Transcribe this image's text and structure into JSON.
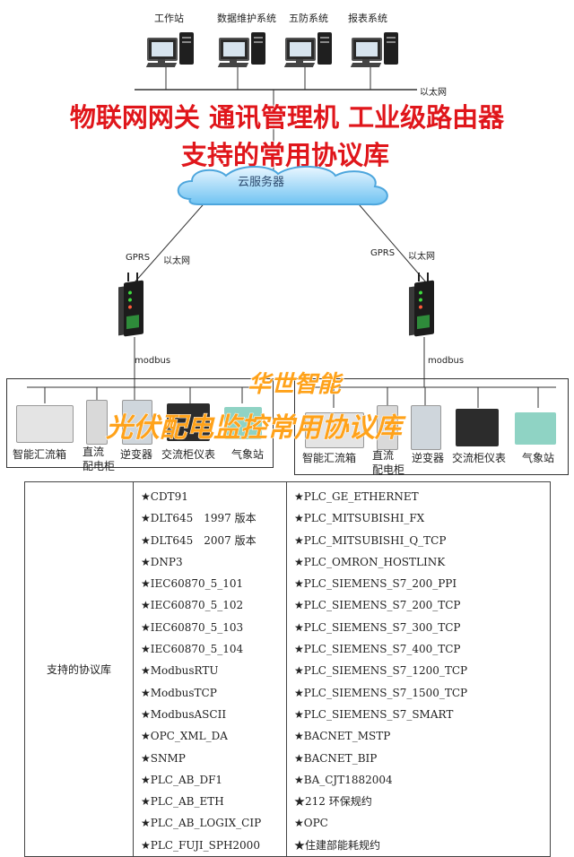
{
  "network": {
    "workstations": [
      "工作站",
      "数据维护系统",
      "五防系统",
      "报表系统"
    ],
    "ethernet_top": "以太网",
    "cloud": "云服务器",
    "left_link": {
      "gprs": "GPRS",
      "ethernet": "以太网",
      "bus": "modbus"
    },
    "right_link": {
      "gprs": "GPRS",
      "ethernet": "以太网",
      "bus": "modbus"
    }
  },
  "titles": {
    "line1": "物联网网关 通讯管理机 工业级路由器",
    "line2": "支持的常用协议库",
    "brand": "华世智能",
    "subtitle": "光伏配电监控常用协议库"
  },
  "devices_left": [
    "智能汇流箱",
    "直流\n配电柜",
    "逆变器",
    "交流柜仪表",
    "气象站"
  ],
  "devices_right": [
    "智能汇流箱",
    "直流\n配电柜",
    "逆变器",
    "交流柜仪表",
    "气象站"
  ],
  "table": {
    "label": "支持的协议库",
    "col1": [
      "★CDT91",
      "★DLT645　1997 版本",
      "★DLT645　2007 版本",
      "★DNP3",
      "★IEC60870_5_101",
      "★IEC60870_5_102",
      "★IEC60870_5_103",
      "★IEC60870_5_104",
      "★ModbusRTU",
      "★ModbusTCP",
      "★ModbusASCII",
      "★OPC_XML_DA",
      "★SNMP",
      "★PLC_AB_DF1",
      "★PLC_AB_ETH",
      "★PLC_AB_LOGIX_CIP",
      "★PLC_FUJI_SPH2000"
    ],
    "col2": [
      "★PLC_GE_ETHERNET",
      "★PLC_MITSUBISHI_FX",
      "★PLC_MITSUBISHI_Q_TCP",
      "★PLC_OMRON_HOSTLINK",
      "★PLC_SIEMENS_S7_200_PPI",
      "★PLC_SIEMENS_S7_200_TCP",
      "★PLC_SIEMENS_S7_300_TCP",
      "★PLC_SIEMENS_S7_400_TCP",
      "★PLC_SIEMENS_S7_1200_TCP",
      "★PLC_SIEMENS_S7_1500_TCP",
      "★PLC_SIEMENS_S7_SMART",
      "★BACNET_MSTP",
      "★BACNET_BIP",
      "★BA_CJT1882004",
      "★212 环保规约",
      "★OPC",
      "★住建部能耗规约"
    ]
  }
}
